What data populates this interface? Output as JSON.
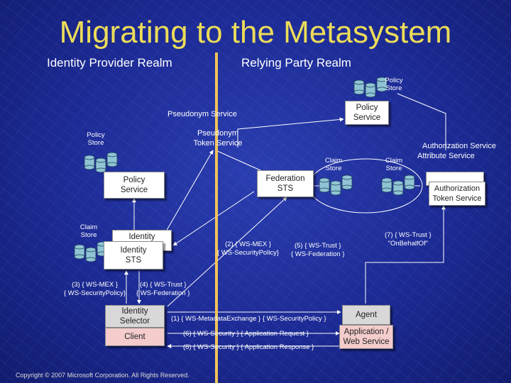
{
  "title": "Migrating to the Metasystem",
  "realms": {
    "identity_provider": "Identity Provider Realm",
    "relying_party": "Relying Party Realm"
  },
  "stores": {
    "policy_store_top": "Policy\nStore",
    "policy_store_left": "Policy\nStore",
    "claim_store_left": "Claim\nStore",
    "claim_store_fed": "Claim\nStore",
    "claim_store_auth": "Claim\nStore"
  },
  "labels": {
    "pseudonym_service": "Pseudonym Service",
    "pseudonym_token_service": "Pseudonym\nToken Service",
    "authorization_service": "Authorization Service",
    "attribute_service": "Attribute Service"
  },
  "boxes": {
    "policy_service_right": "Policy\nService",
    "policy_service_left": "Policy\nService",
    "federation_sts": "Federation\nSTS",
    "identity_sts": "Identity\nSTS",
    "identity_back": "Identity",
    "authz_token_service": "Authorization\nToken Service",
    "identity_selector": "Identity\nSelector",
    "client": "Client",
    "agent": "Agent",
    "app_web_service": "Application /\nWeb Service"
  },
  "edges": {
    "e1": "(1) { WS-MetadataExchange } { WS-SecurityPolicy }",
    "e2": "(2) { WS-MEX }\n{ WS-SecurityPolicy}",
    "e3": "(3) { WS-MEX }\n{ WS-SecurityPolicy}",
    "e4": "(4) { WS-Trust }\n{ WS-Federation }",
    "e5": "(5) { WS-Trust }\n{ WS-Federation }",
    "e6": "(6) { WS-Security } { Application Request }",
    "e7": "(7) { WS-Trust }\n\"OnBehalfOf\"",
    "e8": "(8) { WS-Security } { Application Response }"
  },
  "copyright": "Copyright © 2007 Microsoft Corporation.  All Rights Reserved.",
  "colors": {
    "title": "#ecdc58",
    "divider": "#f0c35a",
    "background": "#1c2a8c",
    "box_pink": "#f4cccc",
    "box_gray": "#d8d8d8",
    "disk": "#8fc4d4"
  }
}
